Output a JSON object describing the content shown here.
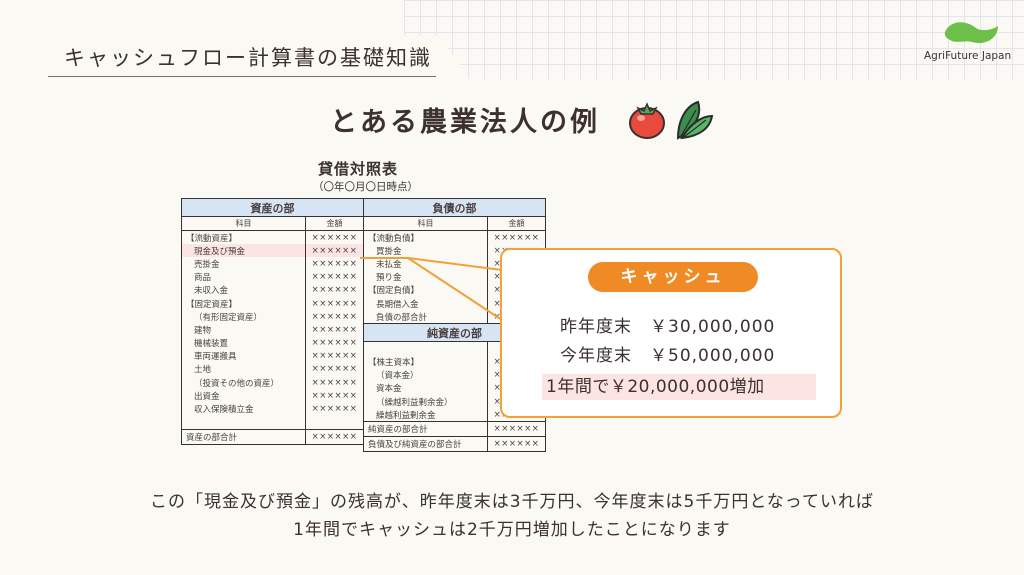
{
  "header": {
    "title": "キャッシュフロー計算書の基礎知識"
  },
  "logo": {
    "text": "AgriFuture Japan",
    "color": "#6cc04a"
  },
  "main_title": "とある農業法人の例",
  "balance_sheet": {
    "title": "貸借対照表",
    "subtitle": "（〇年〇月〇日時点）",
    "assets": {
      "header": "資産の部",
      "col_item": "科目",
      "col_amount": "金額",
      "rows": [
        {
          "label": "【流動資産】",
          "value": "××××××"
        },
        {
          "label": "現金及び預金",
          "value": "××××××"
        },
        {
          "label": "売掛金",
          "value": "××××××"
        },
        {
          "label": "商品",
          "value": "××××××"
        },
        {
          "label": "未収入金",
          "value": "××××××"
        },
        {
          "label": "【固定資産】",
          "value": "××××××"
        },
        {
          "label": "（有形固定資産）",
          "value": "××××××"
        },
        {
          "label": "建物",
          "value": "××××××"
        },
        {
          "label": "機械装置",
          "value": "××××××"
        },
        {
          "label": "車両運搬具",
          "value": "××××××"
        },
        {
          "label": "土地",
          "value": "××××××"
        },
        {
          "label": "（投資その他の資産）",
          "value": "××××××"
        },
        {
          "label": "出資金",
          "value": "××××××"
        },
        {
          "label": "収入保険積立金",
          "value": "××××××"
        }
      ],
      "total_label": "資産の部合計",
      "total_value": "××××××"
    },
    "liabilities": {
      "header": "負債の部",
      "col_item": "科目",
      "col_amount": "金額",
      "rows": [
        {
          "label": "【流動負債】",
          "value": "××××××"
        },
        {
          "label": "買掛金",
          "value": "××××××"
        },
        {
          "label": "未払金",
          "value": "××××××"
        },
        {
          "label": "預り金",
          "value": "××××××"
        },
        {
          "label": "【固定負債】",
          "value": "××××××"
        },
        {
          "label": "長期借入金",
          "value": "××××××"
        },
        {
          "label": "負債の部合計",
          "value": "××××××"
        }
      ]
    },
    "equity": {
      "header": "純資産の部",
      "rows": [
        {
          "label": "【株主資本】",
          "value": "××××××"
        },
        {
          "label": "（資本金）",
          "value": "××××××"
        },
        {
          "label": "資本金",
          "value": "××××××"
        },
        {
          "label": "（繰越利益剰余金）",
          "value": "××××××"
        },
        {
          "label": "繰越利益剰余金",
          "value": "××××××"
        }
      ],
      "total_label": "純資産の部合計",
      "total_value": "××××××",
      "grand_total_label": "負債及び純資産の部合計",
      "grand_total_value": "××××××"
    }
  },
  "callout": {
    "badge": "キャッシュ",
    "last_year_label": "昨年度末",
    "last_year_value": "￥30,000,000",
    "this_year_label": "今年度末",
    "this_year_value": "￥50,000,000",
    "increase_text": "1年間で￥20,000,000増加"
  },
  "footer": {
    "line1": "この「現金及び預金」の残高が、昨年度末は3千万円、今年度末は5千万円となっていれば",
    "line2": "1年間でキャッシュは2千万円増加したことになります"
  },
  "colors": {
    "accent_orange": "#f08a24",
    "highlight_pink": "#fbe4e1",
    "table_header_blue": "#d7e4f4"
  },
  "icons": [
    "tomato-icon",
    "spinach-icon",
    "logo-leaf-icon"
  ]
}
